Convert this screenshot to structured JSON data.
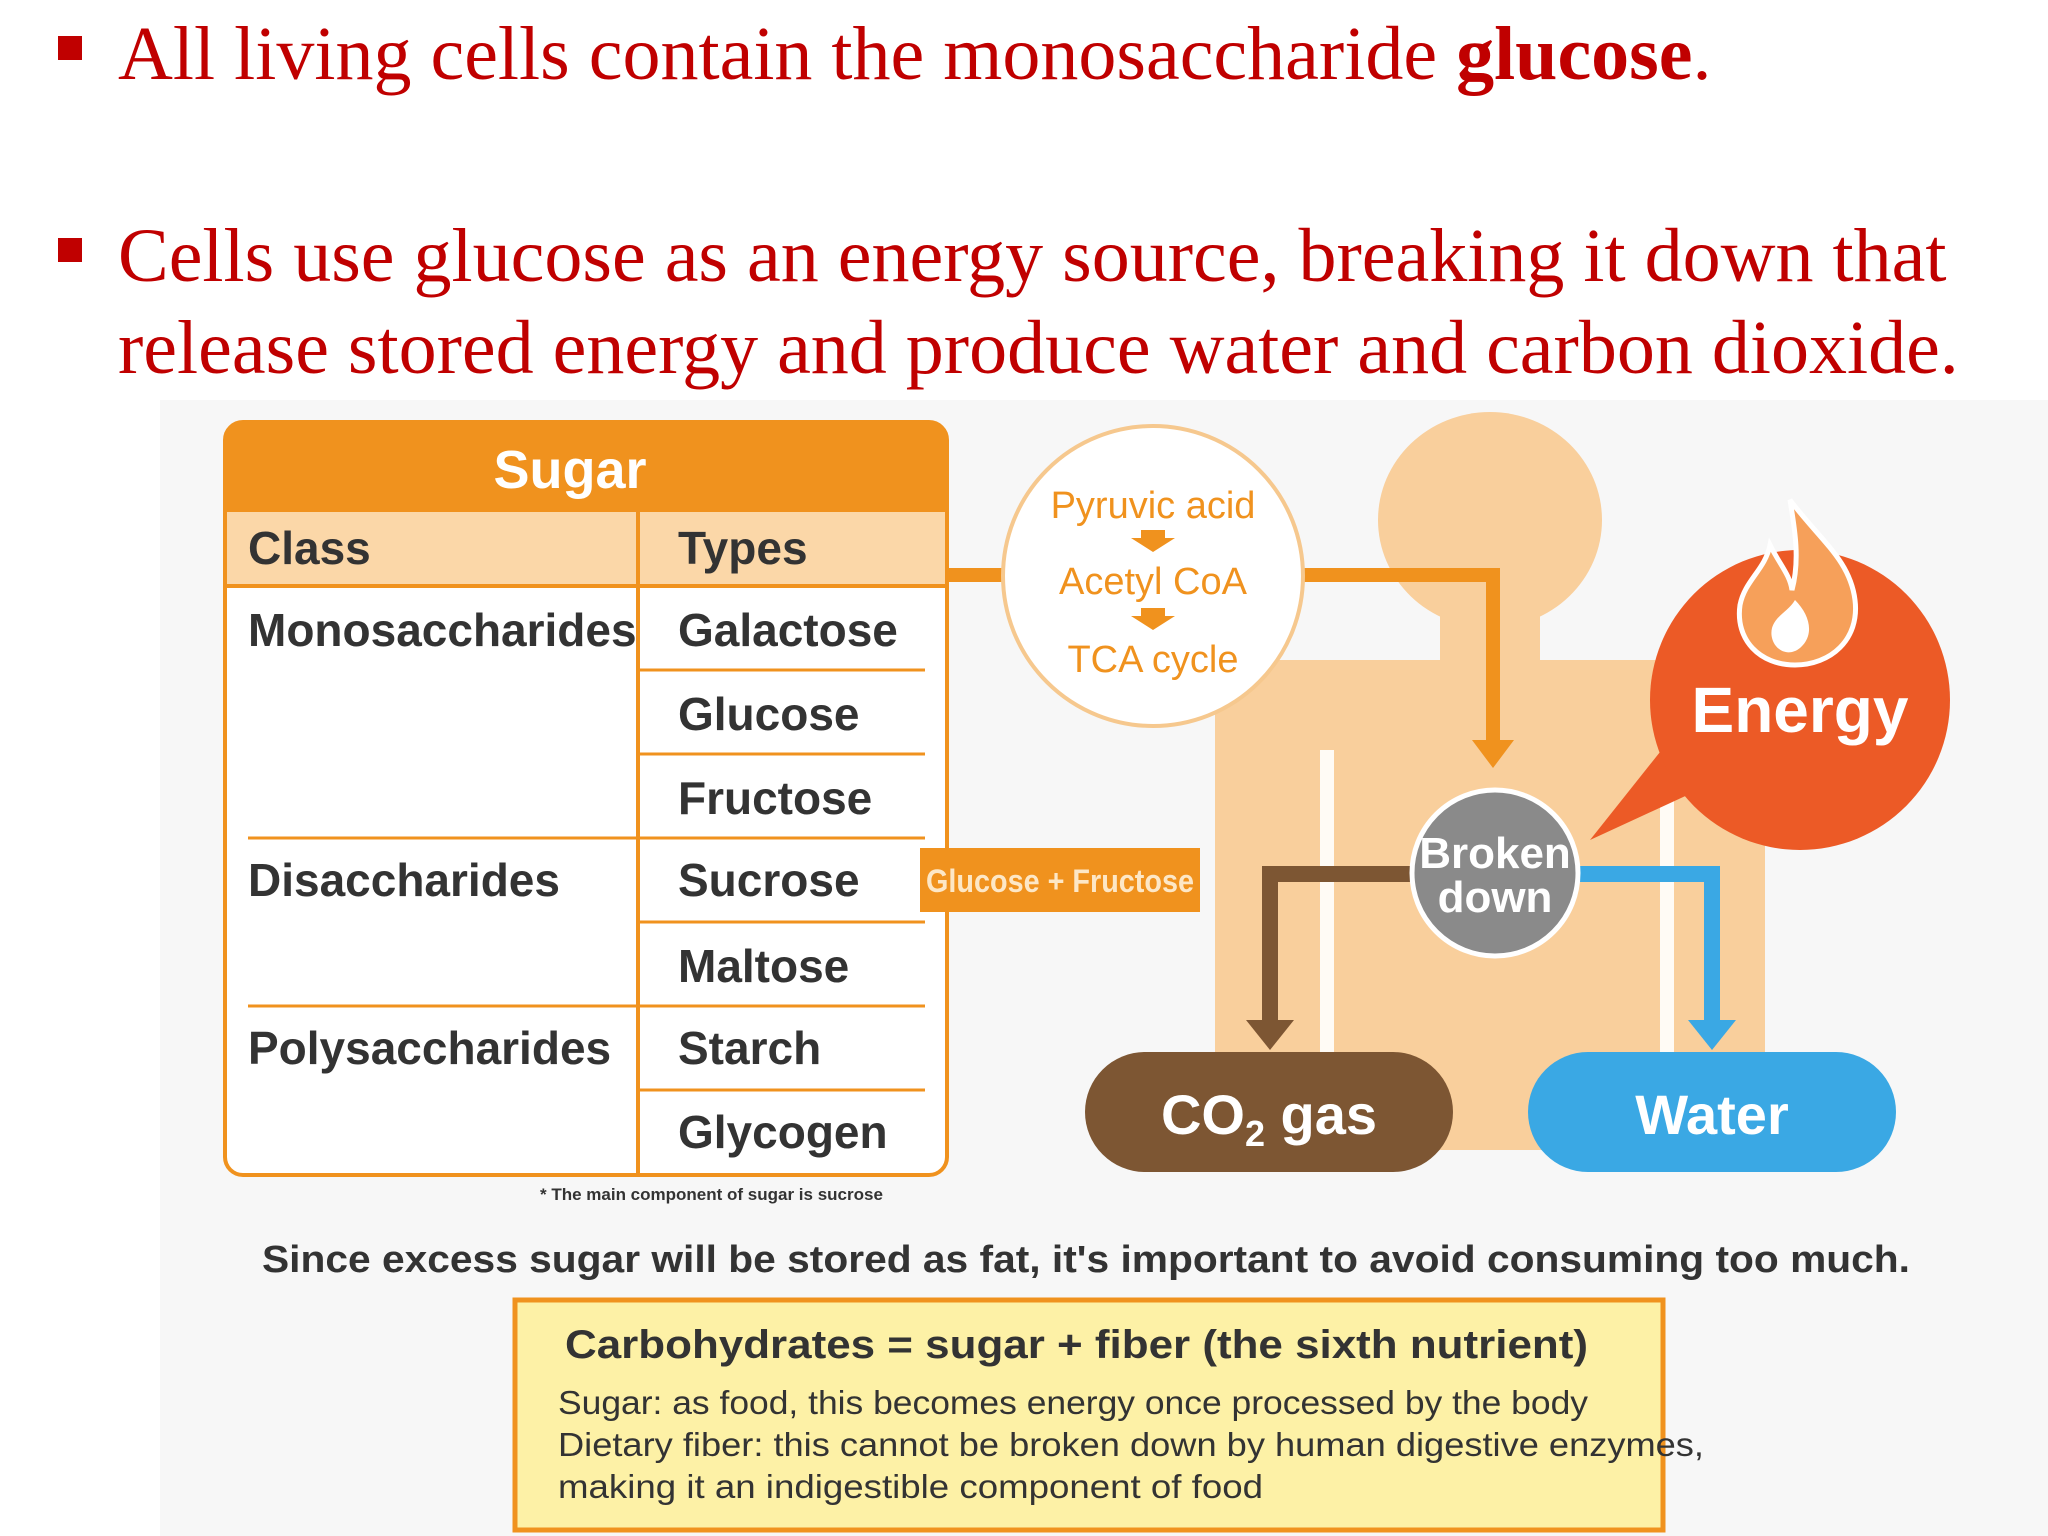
{
  "bullets": [
    {
      "pre": "All living cells contain the monosaccharide ",
      "bold": "glucose",
      "post": "."
    },
    {
      "line1": "Cells use glucose as an energy source, breaking it down that",
      "line2": "release stored energy and produce water and carbon dioxide."
    }
  ],
  "sugar_table": {
    "title": "Sugar",
    "col_class": "Class",
    "col_types": "Types",
    "rows": [
      {
        "class": "Monosaccharides",
        "type": "Galactose"
      },
      {
        "class": "",
        "type": "Glucose"
      },
      {
        "class": "",
        "type": "Fructose"
      },
      {
        "class": "Disaccharides",
        "type": "Sucrose"
      },
      {
        "class": "",
        "type": "Maltose"
      },
      {
        "class": "Polysaccharides",
        "type": "Starch"
      },
      {
        "class": "",
        "type": "Glycogen"
      }
    ],
    "footnote": "* The main component of sugar is sucrose"
  },
  "sucrose_label": "Glucose + Fructose",
  "cycle": {
    "step1": "Pyruvic acid",
    "step2": "Acetyl CoA",
    "step3": "TCA cycle"
  },
  "broken_down": {
    "line1": "Broken",
    "line2": "down"
  },
  "energy_label": "Energy",
  "co2": {
    "main": "CO",
    "sub": "2",
    "rest": " gas"
  },
  "water_label": "Water",
  "caption": "Since excess sugar will be stored as fat, it's important to avoid consuming too much.",
  "box": {
    "title": "Carbohydrates = sugar + fiber (the sixth nutrient)",
    "line1": "Sugar: as food, this becomes energy once processed by the body",
    "line2": "Dietary fiber: this cannot be broken down by human digestive enzymes,",
    "line3": "making it an indigestible component of food"
  },
  "colors": {
    "accent_red": "#c00000",
    "orange": "#f0921e",
    "light_orange": "#fbd7a8",
    "body_fill": "#f9cf9c",
    "energy_red": "#ec5a26",
    "brown": "#7d5633",
    "blue": "#3aa8e4",
    "gray": "#8a8a8a"
  }
}
